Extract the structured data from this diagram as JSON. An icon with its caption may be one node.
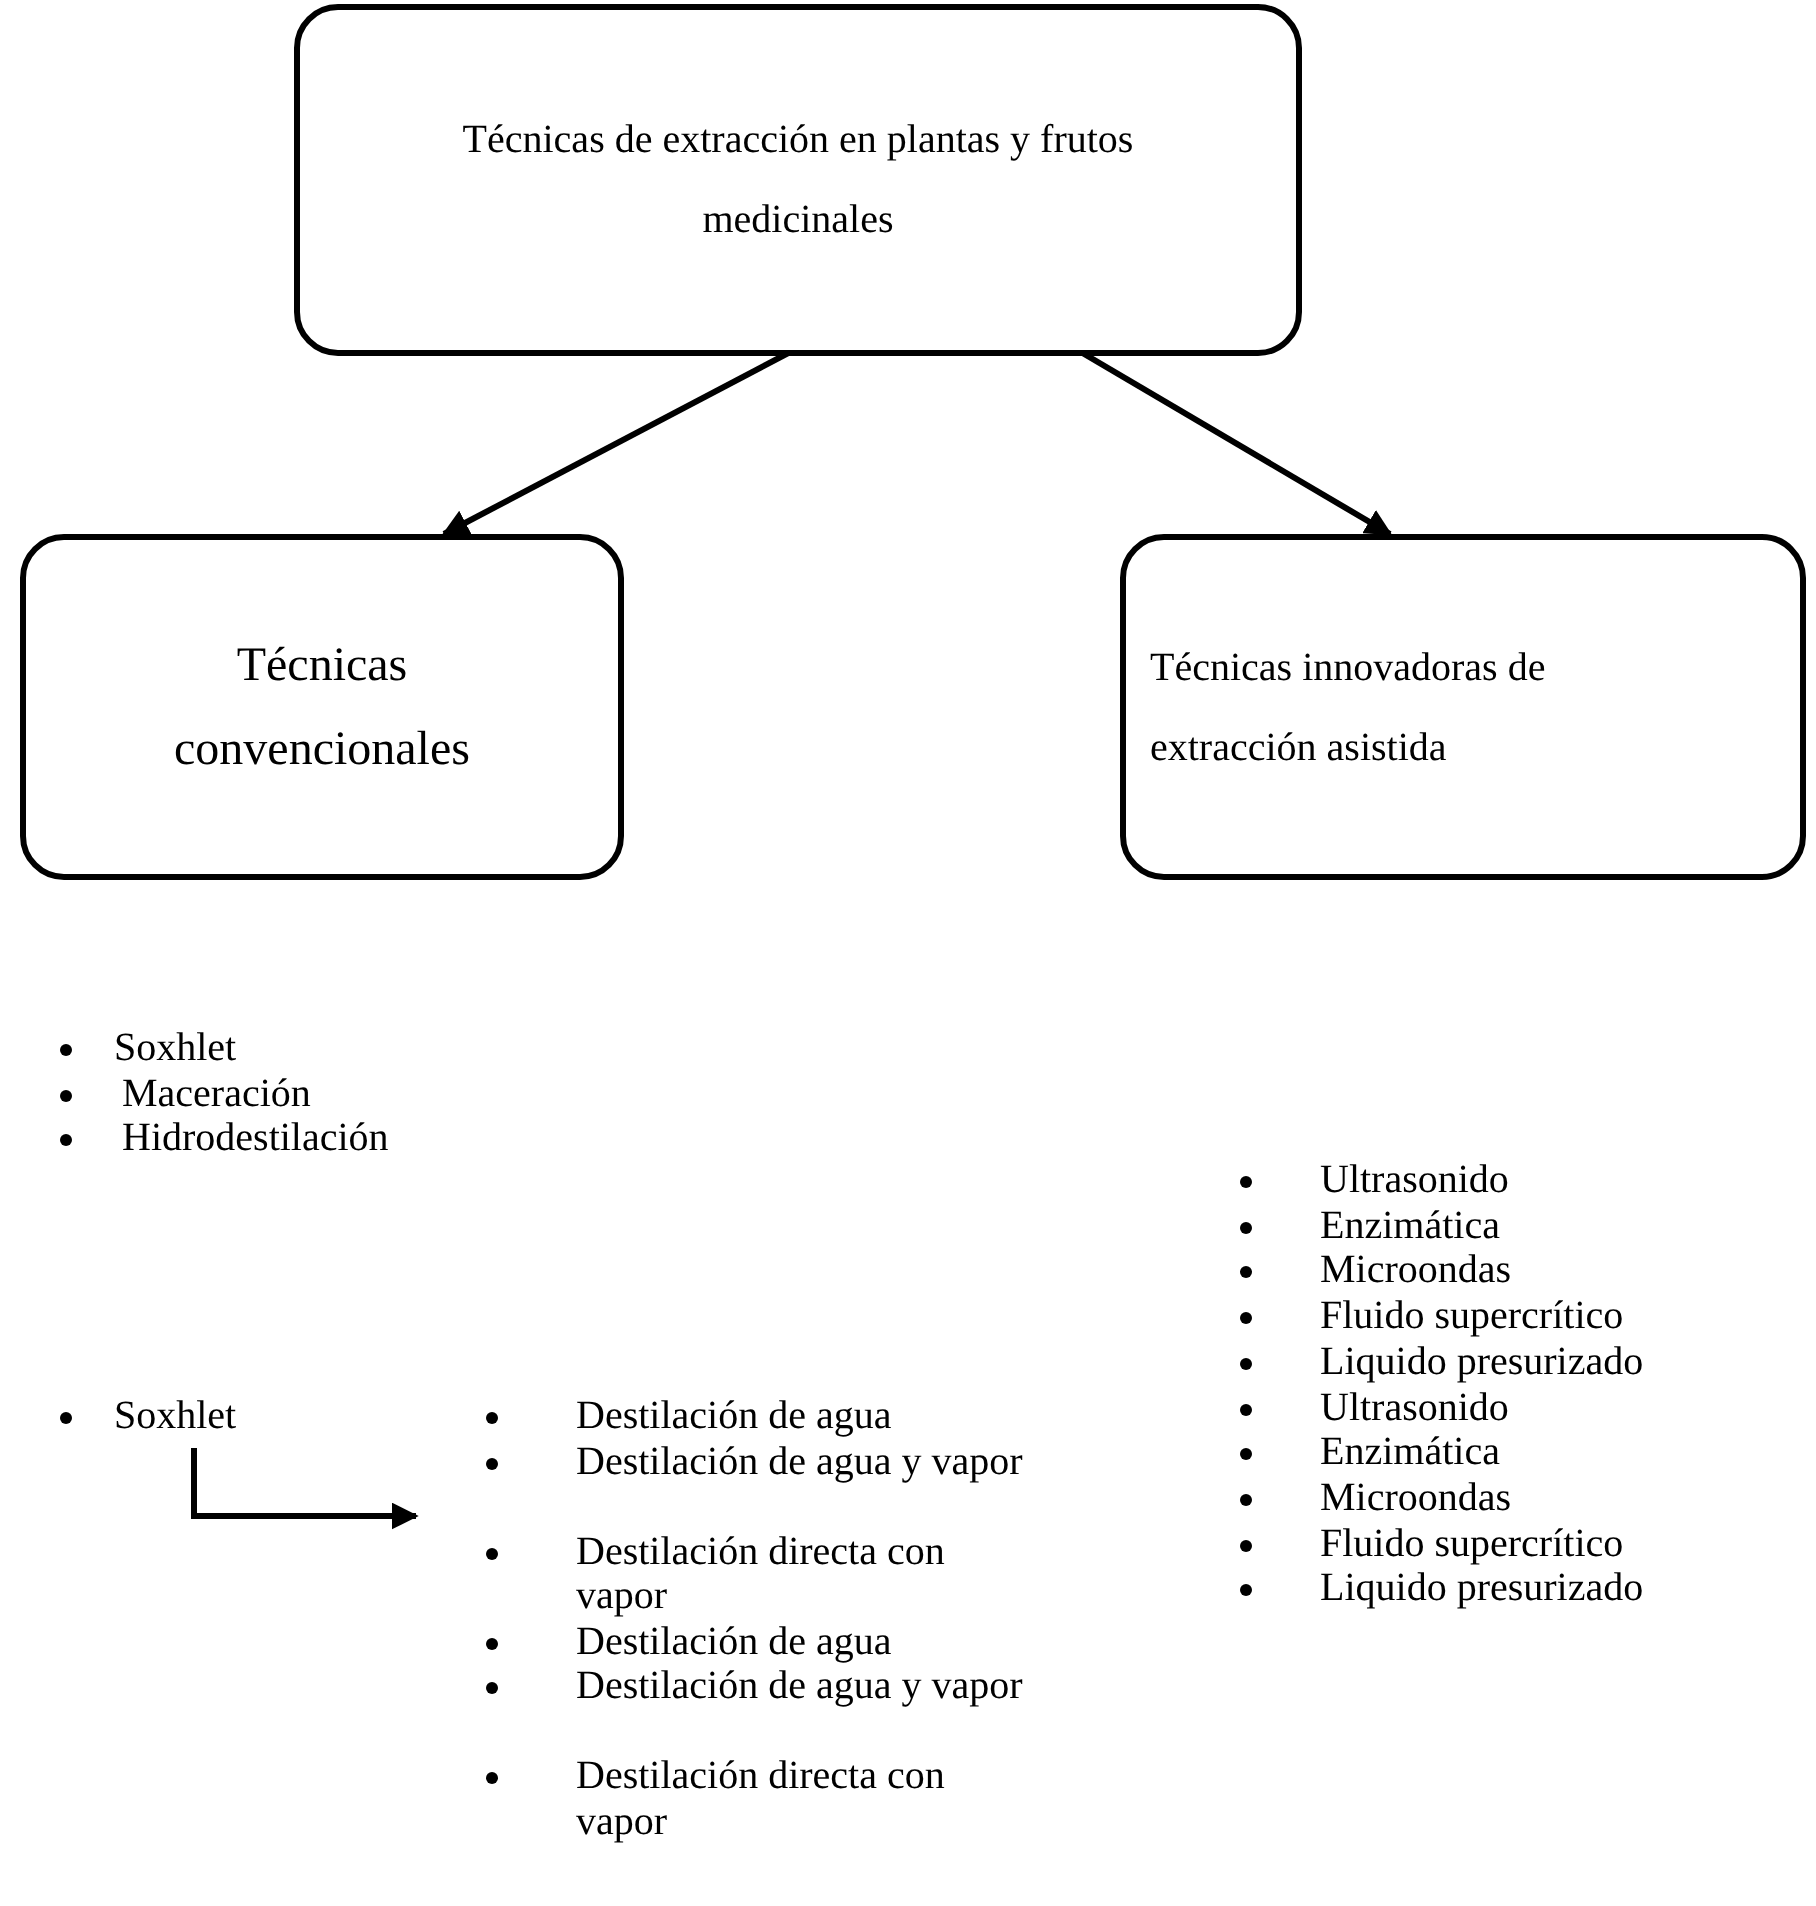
{
  "diagram": {
    "nodes": [
      {
        "text": [
          "Técnicas de extracción en plantas y frutos medicinales"
        ]
      },
      {
        "text": [
          "Técnicas convencionales"
        ]
      },
      {
        "text": [
          "Técnicas innovadoras de extracción asistida"
        ]
      },
      {
        "text": [
          "Soxhlet"
        ]
      },
      {
        "text": [
          "Destilación de agua",
          "Destilación de agua y vapor",
          "Destilación directa con vapor",
          "Destilación de agua",
          "Destilación de agua y vapor",
          "Destilación directa con vapor"
        ]
      }
    ],
    "edges": [
      {
        "from": 0,
        "to": 1,
        "arrow": "to"
      },
      {
        "from": 0,
        "to": 2,
        "arrow": "to"
      },
      {
        "from": 3,
        "to": 4,
        "arrow": "to"
      }
    ],
    "labels": [
      "Soxhlet",
      "Maceración",
      "Hidrodestilación",
      "Ultrasonido",
      "Enzimática",
      "Microondas",
      "Fluido supercrítico",
      "Liquido presurizado",
      "Ultrasonido",
      "Enzimática",
      "Microondas",
      "Fluido supercrítico",
      "Liquido presurizado"
    ]
  }
}
